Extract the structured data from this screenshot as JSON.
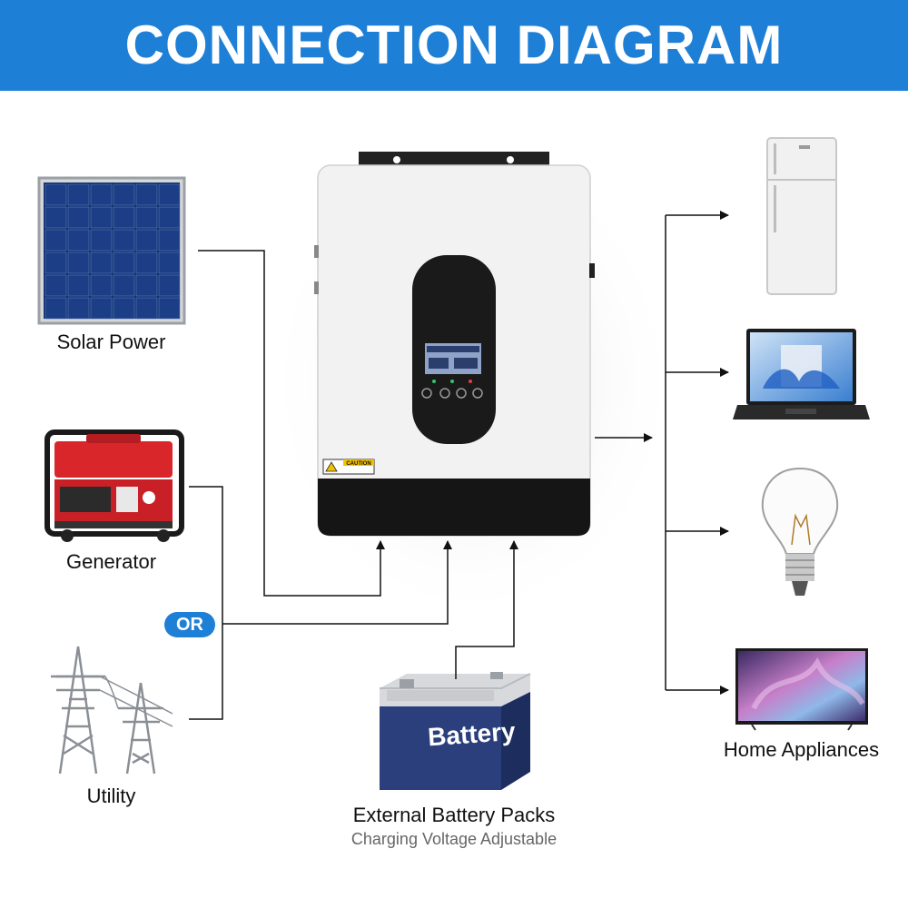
{
  "header": {
    "title": "CONNECTION DIAGRAM"
  },
  "sources": {
    "solar": "Solar Power",
    "generator": "Generator",
    "or_badge": "OR",
    "utility": "Utility"
  },
  "battery": {
    "label_on_battery": "Battery",
    "title": "External Battery Packs",
    "subtitle": "Charging Voltage Adjustable"
  },
  "inverter": {
    "caution_label": "CAUTION"
  },
  "outputs": {
    "label": "Home Appliances",
    "items": [
      "refrigerator",
      "laptop",
      "light-bulb",
      "television"
    ]
  },
  "colors": {
    "brand_blue": "#1e7fd6",
    "line": "#111111",
    "panel_blue": "#1c3f8a",
    "generator_red": "#d9262b",
    "battery_navy": "#2a3f7c"
  }
}
